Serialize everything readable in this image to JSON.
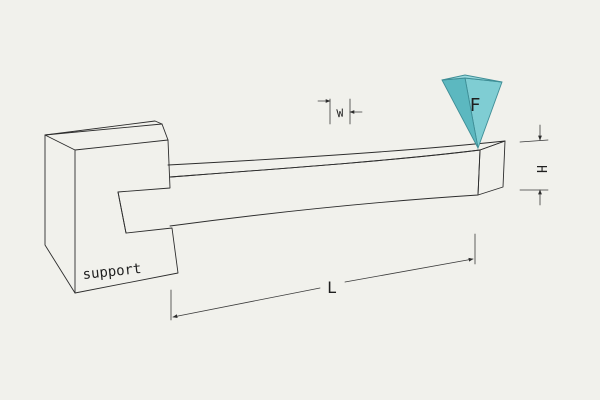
{
  "labels": {
    "support": "support",
    "length": "L",
    "width": "W",
    "height": "H",
    "force": "F"
  },
  "colors": {
    "background": "#f1f1ec",
    "ink": "#2d2d2d",
    "force_fill": "#7fcdd3",
    "force_fill_dark": "#5cb8c0",
    "force_stroke": "#3f8e96"
  }
}
